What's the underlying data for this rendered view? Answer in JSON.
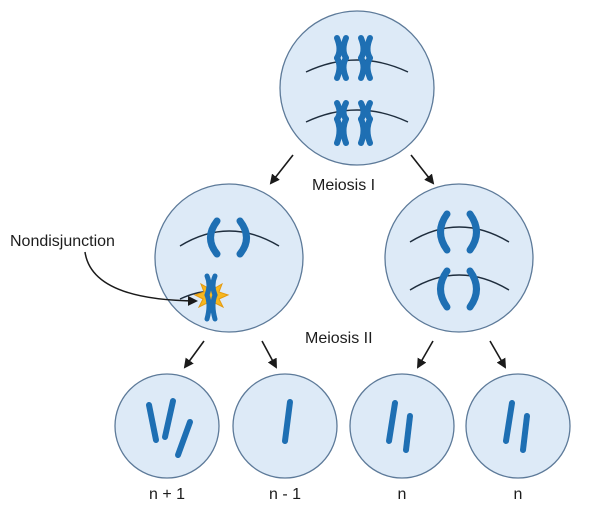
{
  "labels": {
    "meiosis_1": "Meiosis I",
    "meiosis_2": "Meiosis II",
    "nondisjunction": "Nondisjunction"
  },
  "outcomes": [
    {
      "label": "n + 1"
    },
    {
      "label": "n - 1"
    },
    {
      "label": "n"
    },
    {
      "label": "n"
    }
  ],
  "colors": {
    "cell_fill": "#ddeaf7",
    "cell_stroke": "#5d7a99",
    "chromosome": "#1e6fb3",
    "spindle": "#1e2d3d",
    "burst": "#f7b71e"
  }
}
